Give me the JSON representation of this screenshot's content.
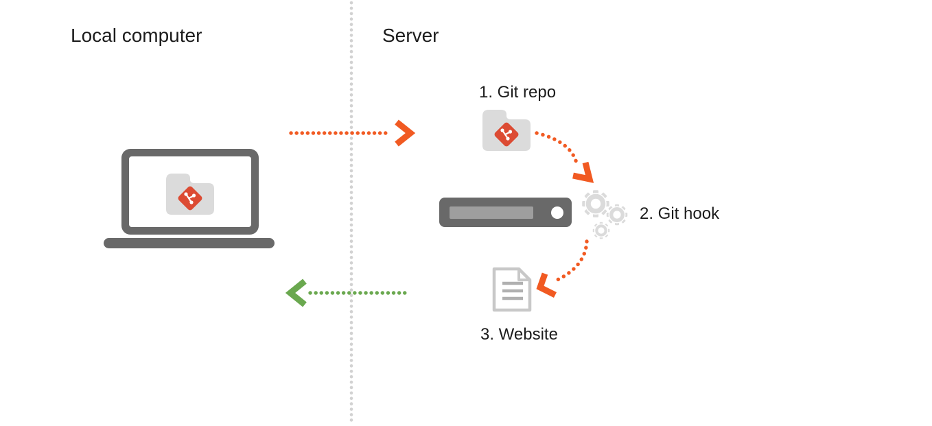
{
  "diagram": {
    "left_panel": {
      "title": "Local computer"
    },
    "right_panel": {
      "title": "Server"
    },
    "steps": [
      {
        "label": "1. Git repo",
        "icon": "git-repo-folder-icon"
      },
      {
        "label": "2. Git hook",
        "icon": "gears-icon"
      },
      {
        "label": "3. Website",
        "icon": "document-icon"
      }
    ],
    "arrows": [
      {
        "name": "push-arrow",
        "from": "local-computer",
        "to": "git-repo",
        "direction": "left-to-right",
        "style": "dotted",
        "color": "#f15a22"
      },
      {
        "name": "repo-to-hook-arrow",
        "from": "git-repo",
        "to": "git-hook",
        "direction": "down-right",
        "style": "dotted",
        "color": "#f15a22"
      },
      {
        "name": "hook-to-website-arrow",
        "from": "git-hook",
        "to": "website",
        "direction": "down-left",
        "style": "dotted",
        "color": "#f15a22"
      },
      {
        "name": "pull-arrow",
        "from": "website",
        "to": "local-computer",
        "direction": "right-to-left",
        "style": "dotted",
        "color": "#6aa84f"
      }
    ]
  },
  "colors": {
    "accent_orange": "#f15a22",
    "accent_green": "#6aa84f",
    "git_logo_red": "#dc4b33",
    "dark_gray": "#696969",
    "mid_gray": "#9e9e9e",
    "light_gray": "#dbdbdb",
    "outline_gray": "#c8c8c8",
    "divider_gray": "#d2d2d2",
    "text_black": "#1c1c1c"
  }
}
